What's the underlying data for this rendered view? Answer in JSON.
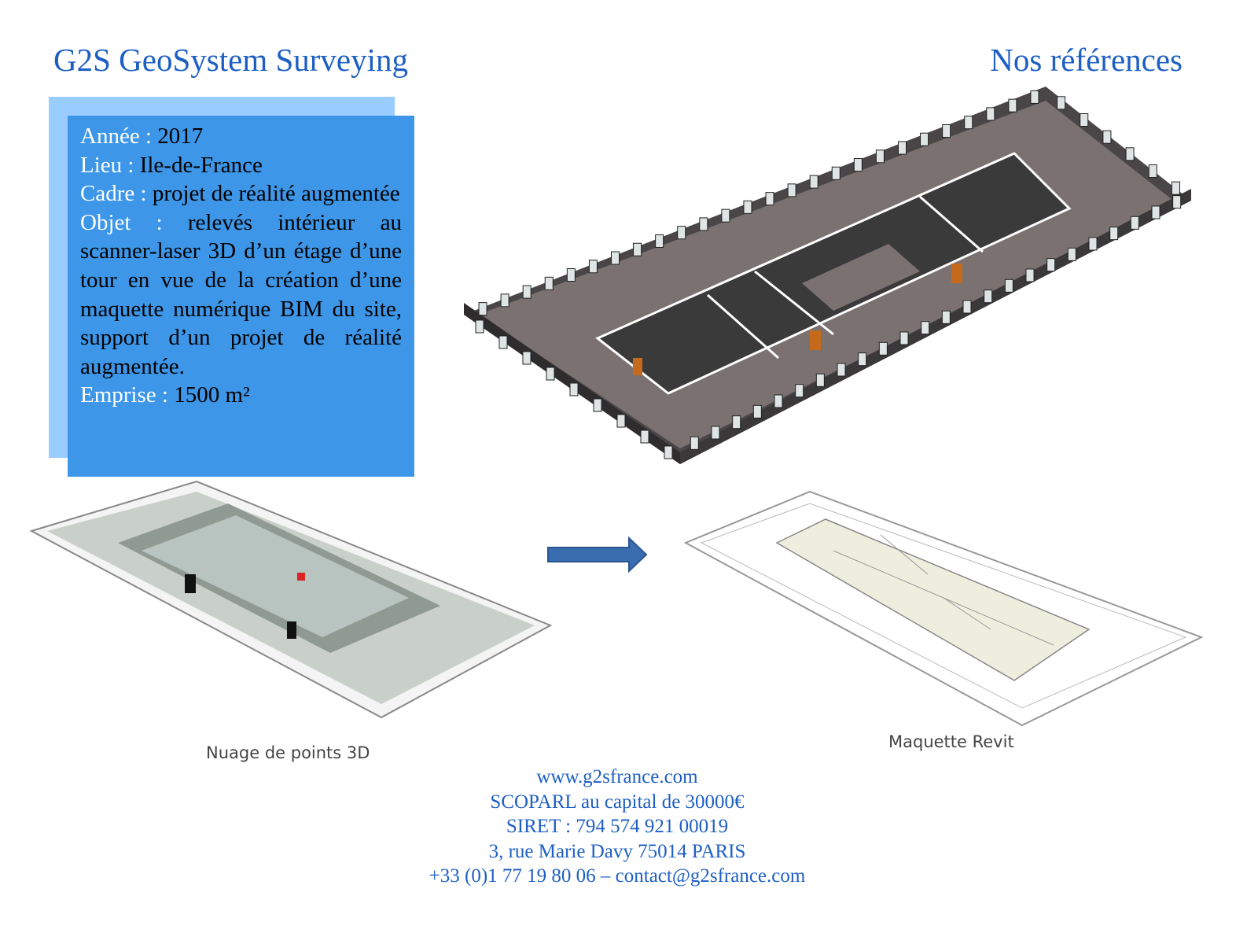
{
  "header": {
    "company": "G2S GeoSystem Surveying",
    "section": "Nos références"
  },
  "project": {
    "year_label": "Année :",
    "year": "2017",
    "place_label": "Lieu :",
    "place": "Ile-de-France",
    "frame_label": "Cadre :",
    "frame": "projet de réalité augmentée",
    "object_label": "Objet :",
    "object": "relevés intérieur au scanner-laser 3D d’un étage d’une tour en vue de la création d’une maquette numérique BIM du site, support d’un projet de réalité augmentée.",
    "area_label": "Emprise :",
    "area": "1500 m²"
  },
  "figures": {
    "point_cloud_caption": "Nuage de points 3D",
    "revit_caption": "Maquette Revit"
  },
  "footer": {
    "website": "www.g2sfrance.com",
    "company_form": "SCOPARL au capital de 30000€",
    "siret": "SIRET : 794 574 921 00019",
    "address": "3, rue Marie Davy 75014 PARIS",
    "contact": "+33 (0)1 77 19 80 06 – contact@g2sfrance.com"
  },
  "colors": {
    "title": "#1e5fc4",
    "box_back": "#99ccff",
    "box_front": "#3d96e8",
    "arrow": "#3a6db0"
  }
}
